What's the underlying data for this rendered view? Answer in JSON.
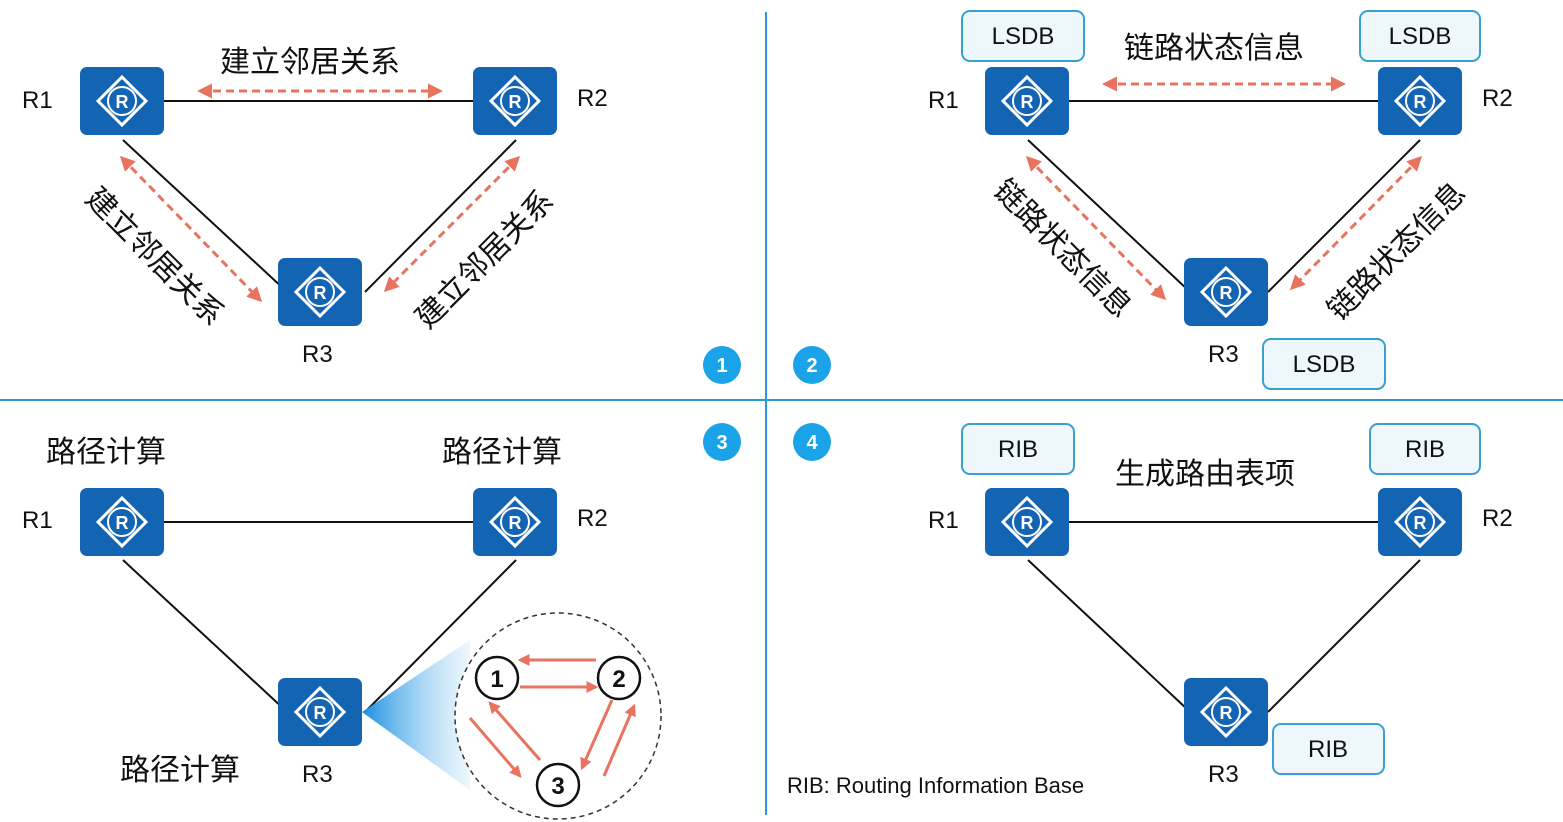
{
  "colors": {
    "divider": "#2a9ad6",
    "router_fill": "#1464b4",
    "arrow": "#e8735f",
    "step_badge": "#1aa3e8",
    "box_stroke": "#3aa0d0",
    "box_fill": "#eef7fc"
  },
  "panel1": {
    "step": "1",
    "top_label": "建立邻居关系",
    "left_label": "建立邻居关系",
    "right_label": "建立邻居关系",
    "routers": {
      "r1": "R1",
      "r2": "R2",
      "r3": "R3"
    }
  },
  "panel2": {
    "step": "2",
    "top_label": "链路状态信息",
    "left_label": "链路状态信息",
    "right_label": "链路状态信息",
    "db_r1": "LSDB",
    "db_r2": "LSDB",
    "db_r3": "LSDB",
    "routers": {
      "r1": "R1",
      "r2": "R2",
      "r3": "R3"
    }
  },
  "panel3": {
    "step": "3",
    "calc_r1": "路径计算",
    "calc_r2": "路径计算",
    "calc_r3": "路径计算",
    "nodes": [
      "1",
      "2",
      "3"
    ],
    "routers": {
      "r1": "R1",
      "r2": "R2",
      "r3": "R3"
    }
  },
  "panel4": {
    "step": "4",
    "top_label": "生成路由表项",
    "db_r1": "RIB",
    "db_r2": "RIB",
    "db_r3": "RIB",
    "note": "RIB: Routing Information Base",
    "routers": {
      "r1": "R1",
      "r2": "R2",
      "r3": "R3"
    }
  },
  "router_icon_letter": "R"
}
